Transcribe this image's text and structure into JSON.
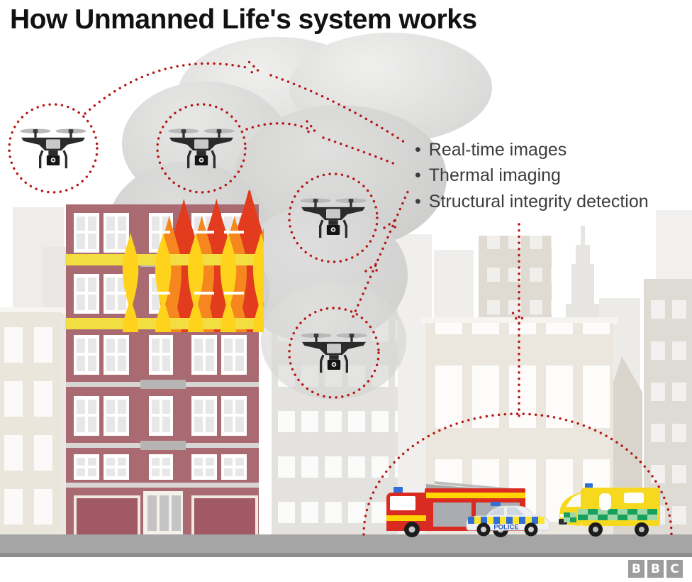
{
  "header": {
    "title": "How Unmanned Life's system works"
  },
  "capabilities": {
    "bullet": "•",
    "items": [
      "Real-time images",
      "Thermal imaging",
      "Structural integrity detection"
    ]
  },
  "scene": {
    "drone_count": 4,
    "drone_icon": "quadcopter-drone-icon",
    "smoke": "smoke-plume",
    "burning_building": "apartment-building-on-fire",
    "flow_arrows": "dotted-red-arrows",
    "coverage_dome": "dotted-red-dome-over-emergency-vehicles"
  },
  "vehicles": {
    "police_label": "POLICE"
  },
  "footer": {
    "logo_letters": [
      "B",
      "B",
      "C"
    ]
  },
  "colors": {
    "arrow_red": "#b51515",
    "building_rose": "#aa6a72",
    "flame_red": "#e23b1e",
    "flame_orange": "#f6871e",
    "flame_yellow": "#ffd21c",
    "smoke_gray": "#d6d6d5",
    "road_gray": "#a5a5a5",
    "fire_engine_red": "#d92b21",
    "police_blue": "#2f6fd6",
    "battenberg_yellow": "#ffe62e",
    "ambulance_yellow": "#f6d91f",
    "ambulance_green": "#18a05f",
    "text_color": "#3c3c3c"
  }
}
